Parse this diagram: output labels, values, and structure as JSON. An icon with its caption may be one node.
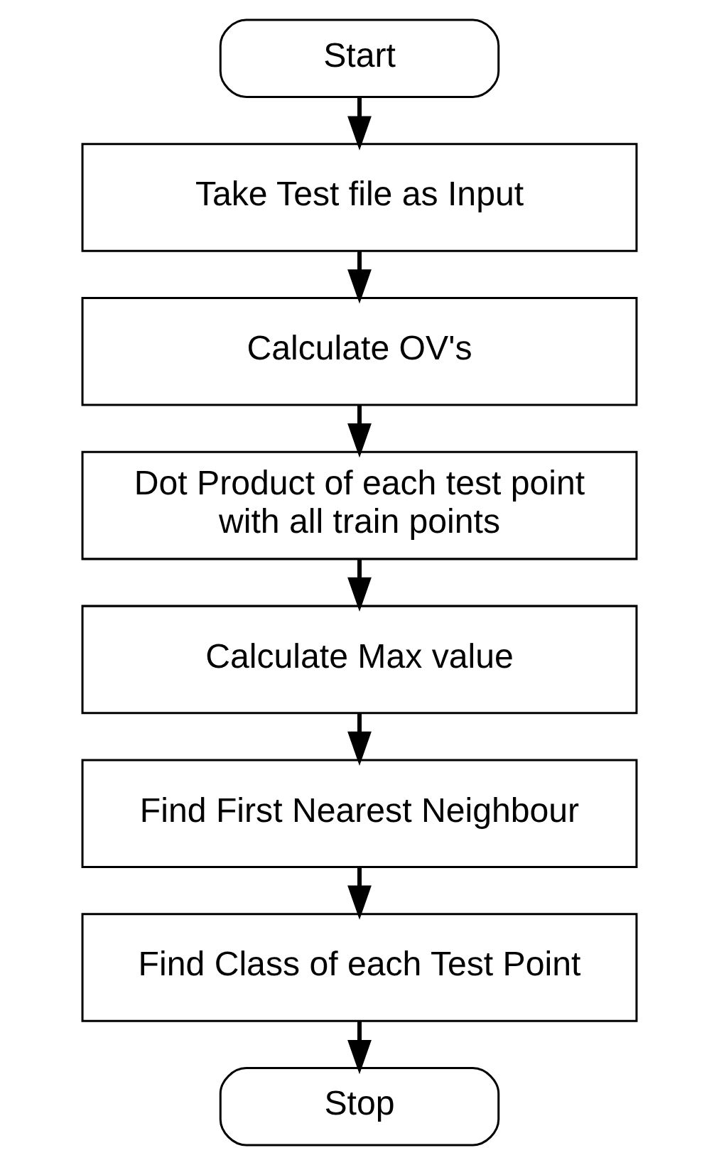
{
  "diagram": {
    "nodes": [
      {
        "text": [
          "Start"
        ]
      },
      {
        "text": [
          "Take Test file as Input"
        ]
      },
      {
        "text": [
          "Calculate OV's"
        ]
      },
      {
        "text": [
          "Dot Product of each test point with all train points"
        ]
      },
      {
        "text": [
          "Calculate Max value"
        ]
      },
      {
        "text": [
          "Find First Nearest Neighbour"
        ]
      },
      {
        "text": [
          "Find Class of each Test Point"
        ]
      },
      {
        "text": [
          "Stop"
        ]
      }
    ],
    "edges": [
      {
        "from": 0,
        "to": 1,
        "arrow": "to"
      },
      {
        "from": 1,
        "to": 2,
        "arrow": "to"
      },
      {
        "from": 2,
        "to": 3,
        "arrow": "to"
      },
      {
        "from": 3,
        "to": 4,
        "arrow": "to"
      },
      {
        "from": 4,
        "to": 5,
        "arrow": "to"
      },
      {
        "from": 5,
        "to": 6,
        "arrow": "to"
      },
      {
        "from": 6,
        "to": 7,
        "arrow": "to"
      }
    ]
  }
}
